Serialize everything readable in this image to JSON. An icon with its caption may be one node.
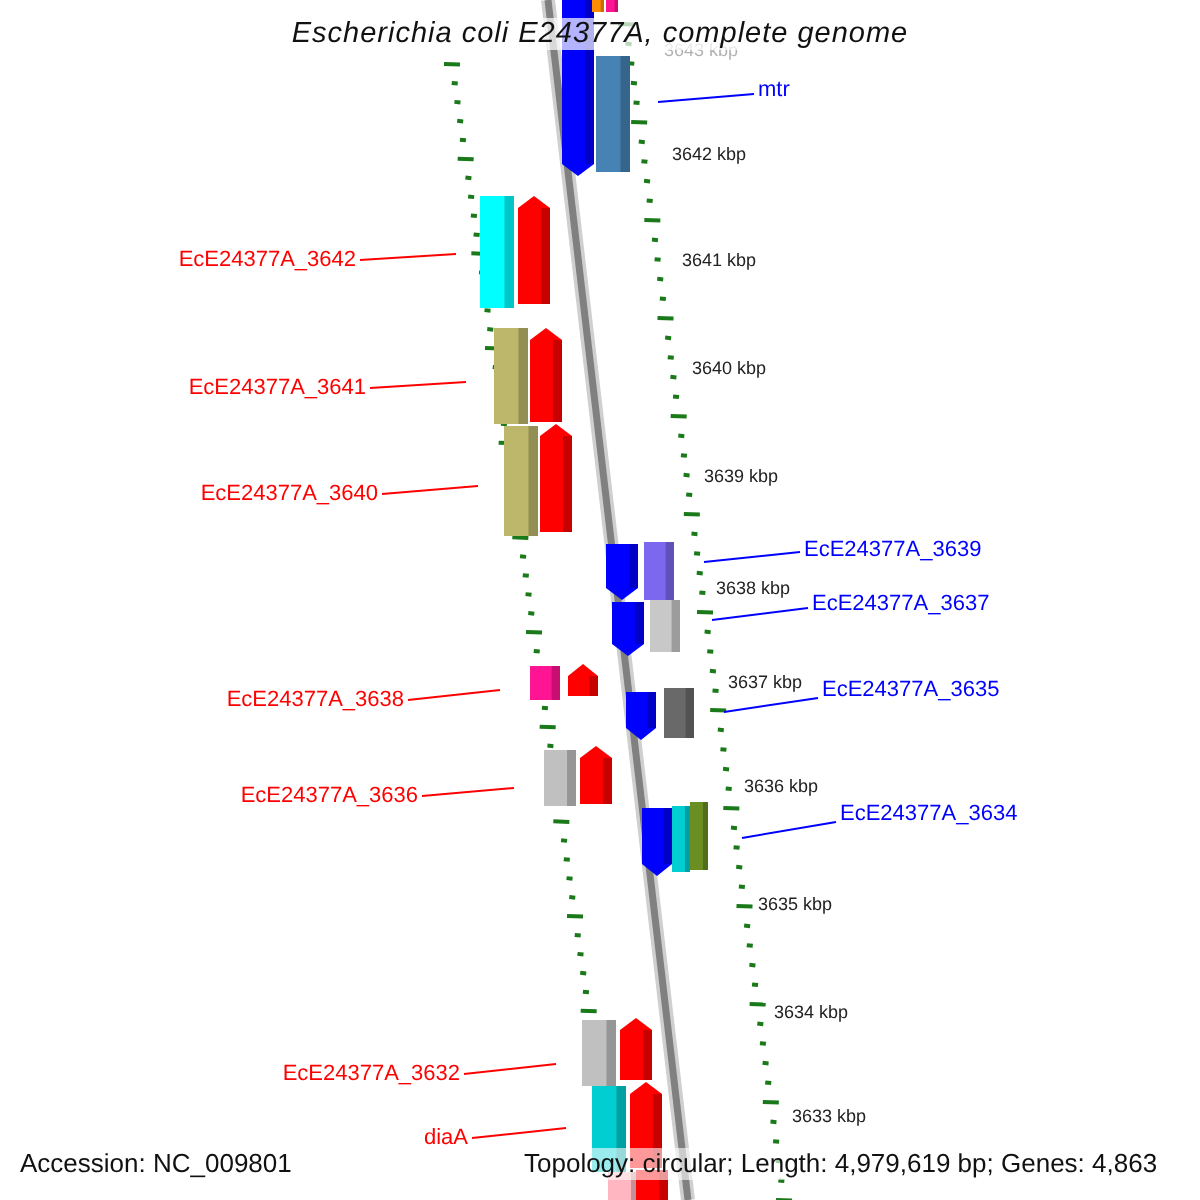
{
  "diagram": {
    "title": "Escherichia coli E24377A, complete genome",
    "nodes": [
      {
        "text": [
          "mtr"
        ]
      },
      {
        "text": [
          "EcE24377A_3642"
        ]
      },
      {
        "text": [
          "EcE24377A_3641"
        ]
      },
      {
        "text": [
          "EcE24377A_3640"
        ]
      },
      {
        "text": [
          "EcE24377A_3639"
        ]
      },
      {
        "text": [
          "EcE24377A_3637"
        ]
      },
      {
        "text": [
          "EcE24377A_3635"
        ]
      },
      {
        "text": [
          "EcE24377A_3638"
        ]
      },
      {
        "text": [
          "EcE24377A_3636"
        ]
      },
      {
        "text": [
          "EcE24377A_3634"
        ]
      },
      {
        "text": [
          "EcE24377A_3632"
        ]
      },
      {
        "text": [
          "diaA"
        ]
      }
    ],
    "edges": [
      {
        "from": 0,
        "to": null,
        "arrow": "none",
        "color": "#0000ff"
      },
      {
        "from": 1,
        "to": null,
        "arrow": "none"
      },
      {
        "from": 2,
        "to": null,
        "arrow": "none"
      },
      {
        "from": 3,
        "to": null,
        "arrow": "none"
      },
      {
        "from": 4,
        "to": null,
        "arrow": "none",
        "color": "#0000ff"
      },
      {
        "from": 5,
        "to": null,
        "arrow": "none",
        "color": "#0000ff"
      },
      {
        "from": 6,
        "to": null,
        "arrow": "none",
        "color": "#0000ff"
      },
      {
        "from": 7,
        "to": null,
        "arrow": "none"
      },
      {
        "from": 8,
        "to": null,
        "arrow": "none"
      },
      {
        "from": 9,
        "to": null,
        "arrow": "none",
        "color": "#0000ff"
      },
      {
        "from": 10,
        "to": null,
        "arrow": "none"
      },
      {
        "from": 11,
        "to": null,
        "arrow": "none"
      }
    ],
    "labels": [
      "3643 kbp",
      "3642 kbp",
      "3641 kbp",
      "3640 kbp",
      "3639 kbp",
      "3638 kbp",
      "3637 kbp",
      "3636 kbp",
      "3635 kbp",
      "3634 kbp",
      "3633 kbp",
      "Accession: NC_009801",
      "Topology: circular; Length: 4,979,619 bp; Genes: 4,863"
    ]
  }
}
